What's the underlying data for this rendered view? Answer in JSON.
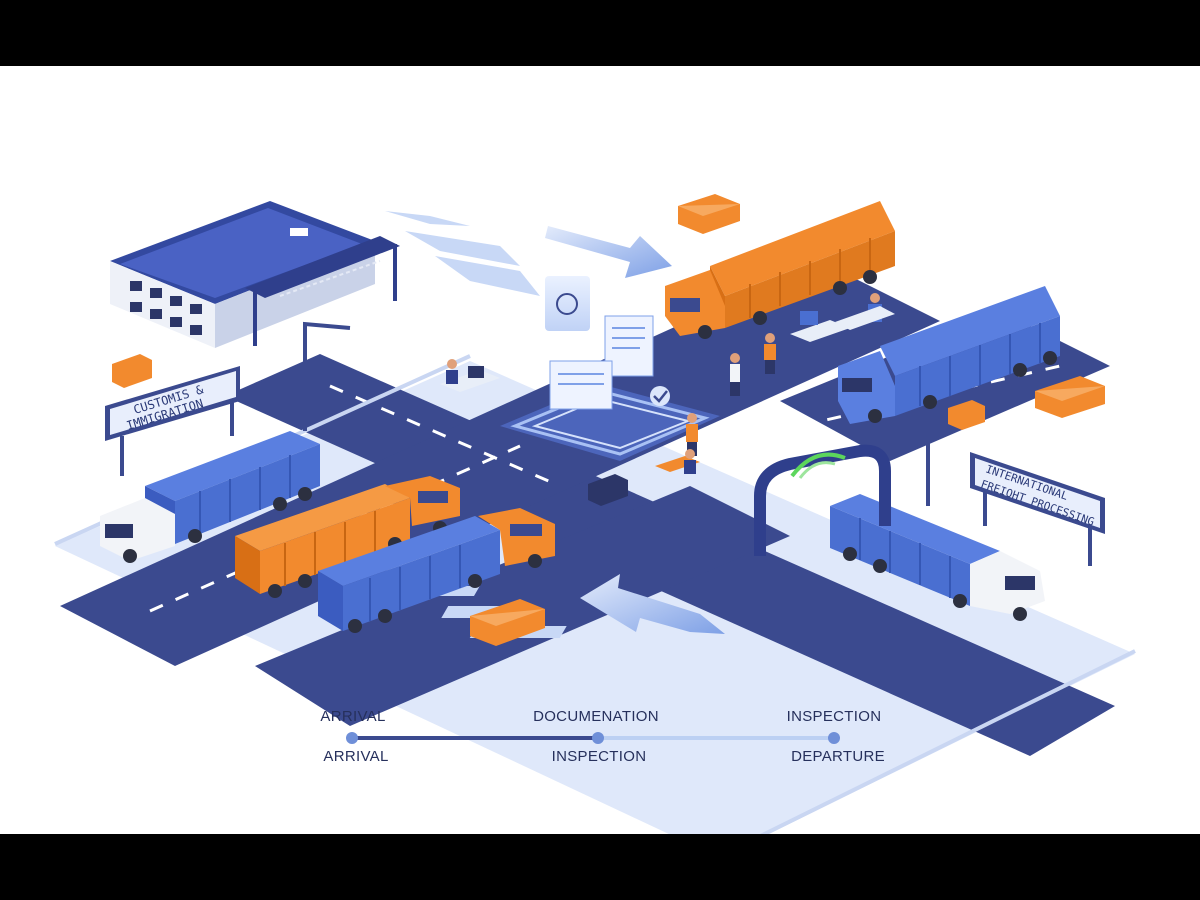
{
  "signs": {
    "customs_line1": "CUSTOMIS &",
    "customs_line2": "IMMIGRATION",
    "freight_line1": "INTERNATIONAL",
    "freight_line2": "FREIOHT PROCESSING"
  },
  "timeline": {
    "top_labels": [
      "ARRIVAL",
      "DOCUMENATION",
      "INSPECTION"
    ],
    "bottom_labels": [
      "ARRIVAL",
      "INSPECTION",
      "DEPARTURE"
    ],
    "progress_fraction": 0.5
  },
  "colors": {
    "road": "#3b4a8f",
    "road_edge": "#c9d6f2",
    "container_blue": "#4a6fd1",
    "container_orange": "#f28a2e",
    "building": "#3349a0",
    "accent_light": "#dbe6fb",
    "scan_green": "#5cd65c"
  }
}
